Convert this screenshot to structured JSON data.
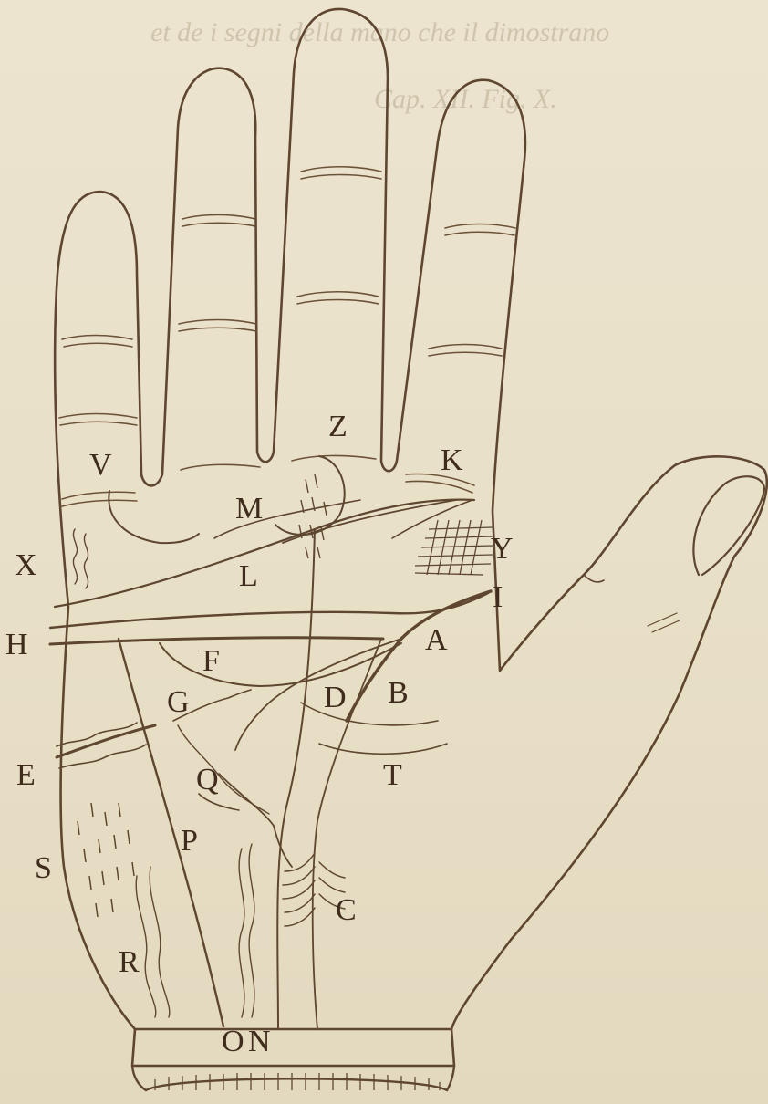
{
  "image": {
    "kind": "engraved palmistry plate",
    "paper_color": "#ebe3cd",
    "ink_color": "#5e4630"
  },
  "bleed_through_text": {
    "line1": "et de i segni della mano che il dimostrano",
    "line2": "Cap. XII. Fig. X."
  },
  "labels": {
    "V": "V",
    "Z": "Z",
    "K": "K",
    "M": "M",
    "X": "X",
    "Y": "Y",
    "L": "L",
    "I": "I",
    "H": "H",
    "A": "A",
    "F": "F",
    "D": "D",
    "B": "B",
    "G": "G",
    "E": "E",
    "T": "T",
    "Q": "Q",
    "S": "S",
    "P": "P",
    "C": "C",
    "R": "R",
    "O": "O",
    "N": "N"
  }
}
